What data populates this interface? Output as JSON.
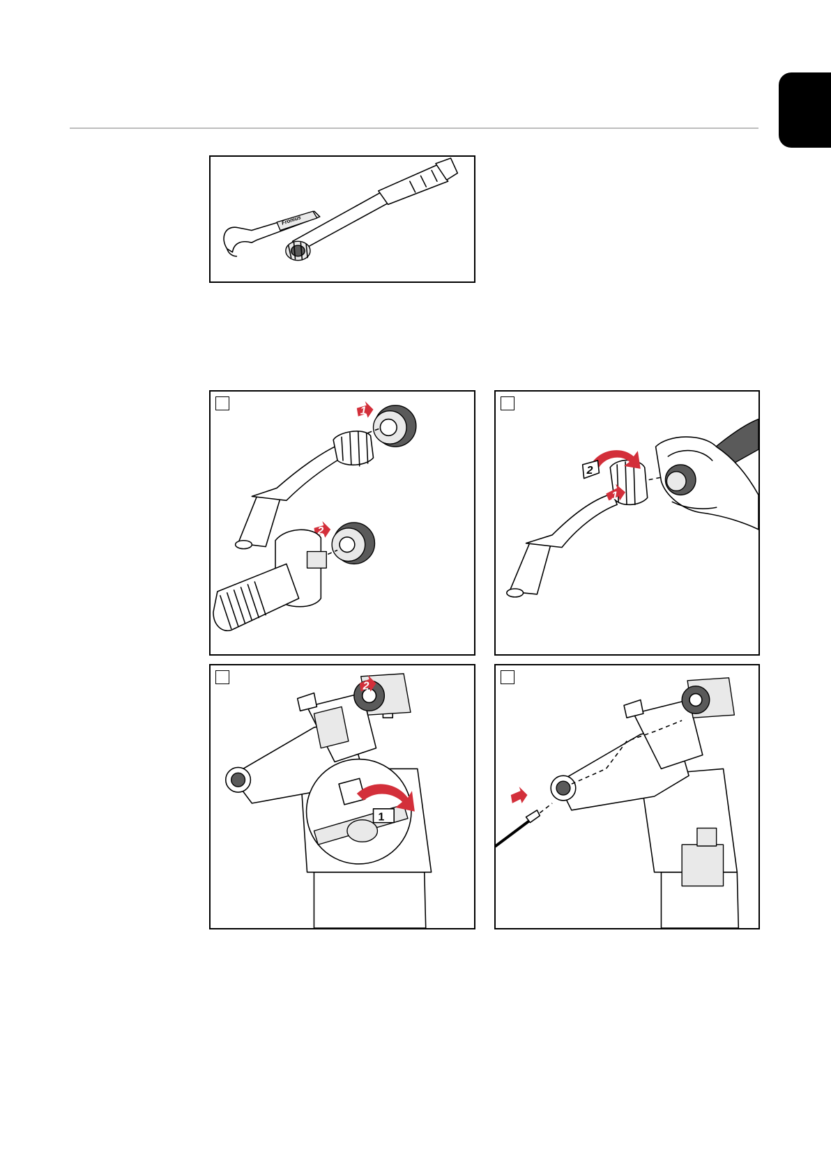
{
  "page": {
    "side_tab": "language-tab"
  },
  "figures": {
    "tool": {
      "icon": "wrench-and-torque-tool-illustration",
      "logo_text": "Fronius"
    },
    "steps": [
      {
        "step_number": "",
        "callouts": [
          "1",
          "2"
        ],
        "icon": "torch-neck-and-nut-illustration"
      },
      {
        "step_number": "",
        "callouts": [
          "1",
          "2"
        ],
        "icon": "hand-tightening-torch-illustration"
      },
      {
        "step_number": "",
        "callouts": [
          "1",
          "2"
        ],
        "icon": "robot-arm-tool-illustration"
      },
      {
        "step_number": "",
        "callouts": [],
        "icon": "robot-arm-wire-feed-illustration"
      }
    ]
  },
  "colors": {
    "accent": "#d32f3a",
    "rule": "#bdbdbd",
    "tab": "#000000"
  }
}
